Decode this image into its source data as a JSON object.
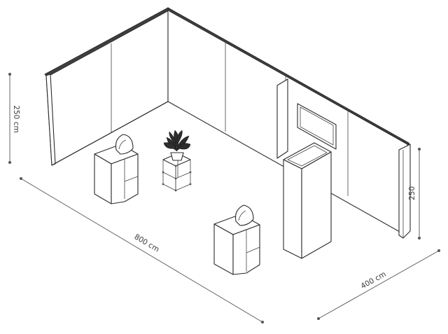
{
  "dimensions": {
    "height_left": "250 cm",
    "height_right": "250",
    "length": "800 cm",
    "depth": "400 cm"
  }
}
